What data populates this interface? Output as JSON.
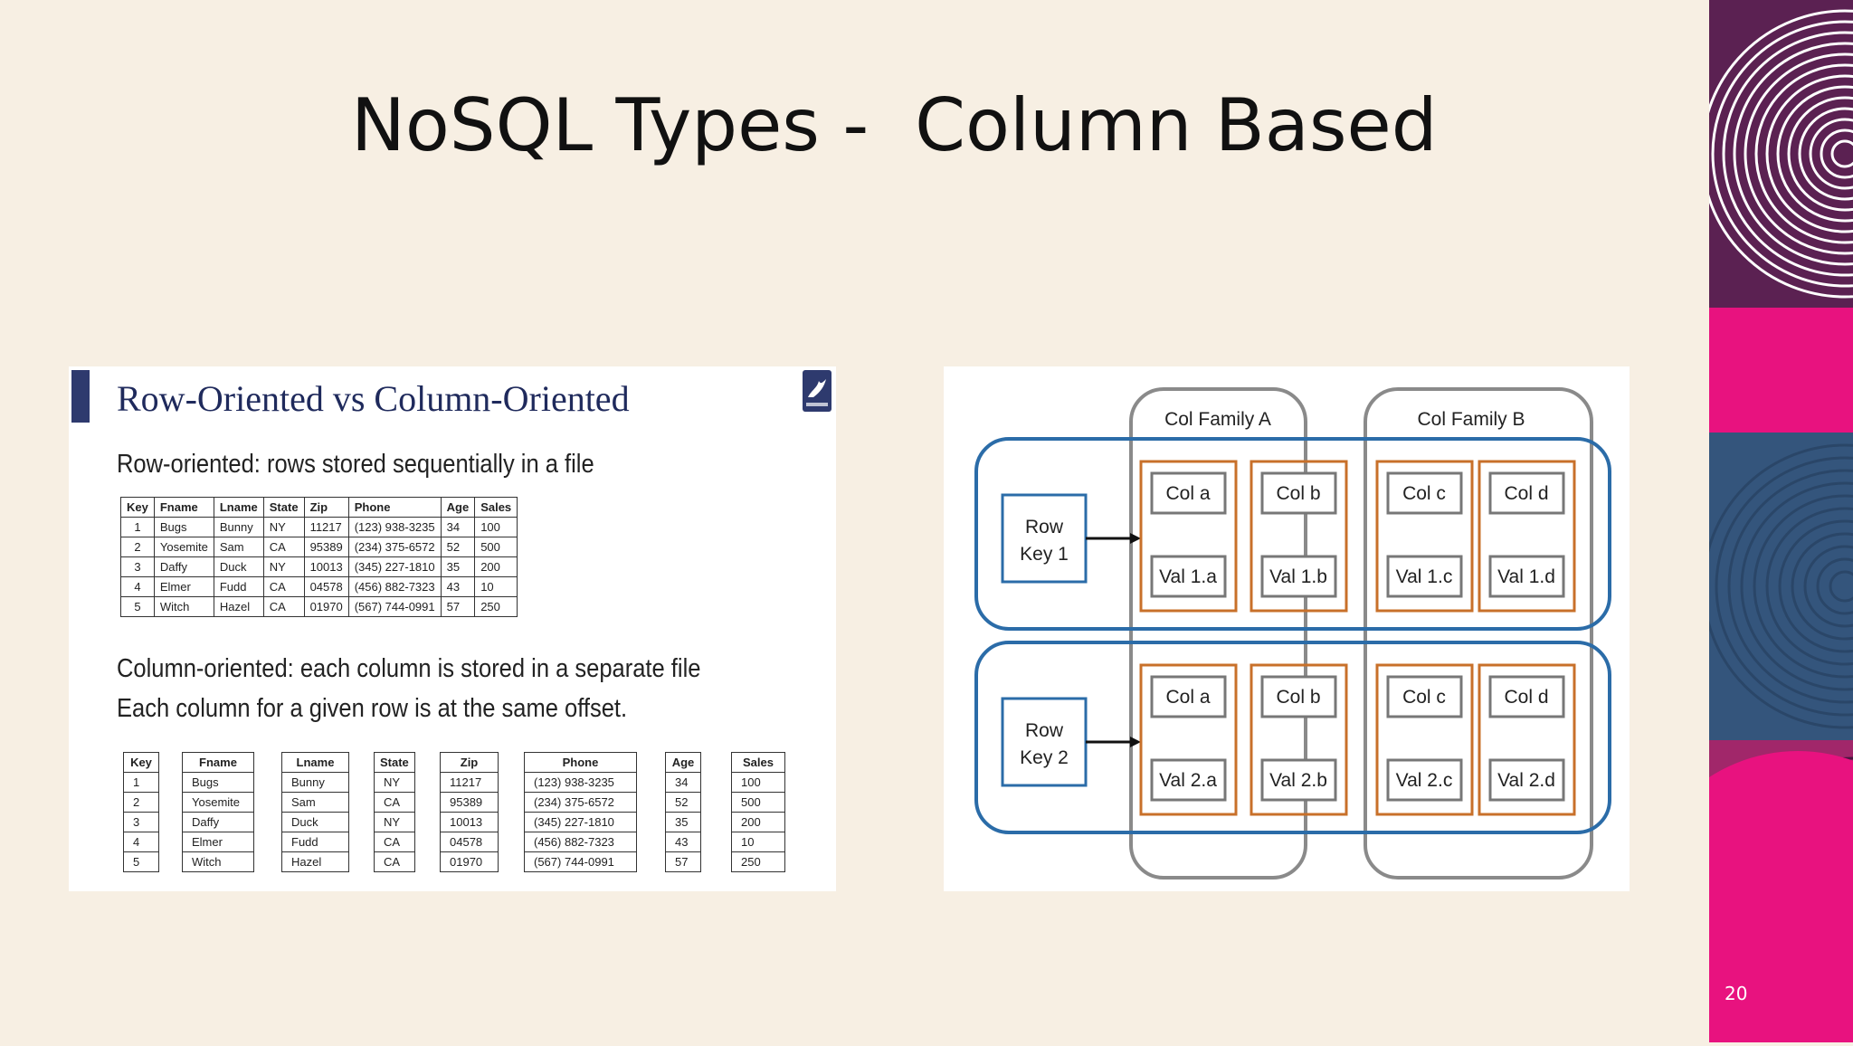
{
  "slide": {
    "title": "NoSQL Types -  Column Based",
    "page_number": "20"
  },
  "left_image": {
    "title": "Row-Oriented vs Column-Oriented",
    "row_heading": "Row-oriented: rows stored sequentially in a file",
    "col_heading_1": "Column-oriented: each column is stored in a separate file",
    "col_heading_2": "Each column for a given row is at the same offset.",
    "columns": [
      "Key",
      "Fname",
      "Lname",
      "State",
      "Zip",
      "Phone",
      "Age",
      "Sales"
    ],
    "rows": [
      [
        "1",
        "Bugs",
        "Bunny",
        "NY",
        "11217",
        "(123) 938-3235",
        "34",
        "100"
      ],
      [
        "2",
        "Yosemite",
        "Sam",
        "CA",
        "95389",
        "(234) 375-6572",
        "52",
        "500"
      ],
      [
        "3",
        "Daffy",
        "Duck",
        "NY",
        "10013",
        "(345) 227-1810",
        "35",
        "200"
      ],
      [
        "4",
        "Elmer",
        "Fudd",
        "CA",
        "04578",
        "(456) 882-7323",
        "43",
        "10"
      ],
      [
        "5",
        "Witch",
        "Hazel",
        "CA",
        "01970",
        "(567) 744-0991",
        "57",
        "250"
      ]
    ]
  },
  "right_image": {
    "families": [
      "Col Family A",
      "Col Family B"
    ],
    "rows": [
      {
        "key": [
          "Row",
          "Key 1"
        ],
        "cols": [
          "Col a",
          "Col b",
          "Col c",
          "Col d"
        ],
        "vals": [
          "Val 1.a",
          "Val 1.b",
          "Val 1.c",
          "Val 1.d"
        ]
      },
      {
        "key": [
          "Row",
          "Key 2"
        ],
        "cols": [
          "Col a",
          "Col b",
          "Col c",
          "Col d"
        ],
        "vals": [
          "Val 2.a",
          "Val 2.b",
          "Val 2.c",
          "Val 2.d"
        ]
      }
    ]
  },
  "colors": {
    "background": "#f7efe3",
    "accent_navy": "#2e3a6e",
    "diagram_blue": "#2b6ca8",
    "diagram_orange": "#c8702a",
    "strip_purple": "#5b2152",
    "strip_magenta": "#e8127f",
    "strip_blue": "#34557c"
  }
}
